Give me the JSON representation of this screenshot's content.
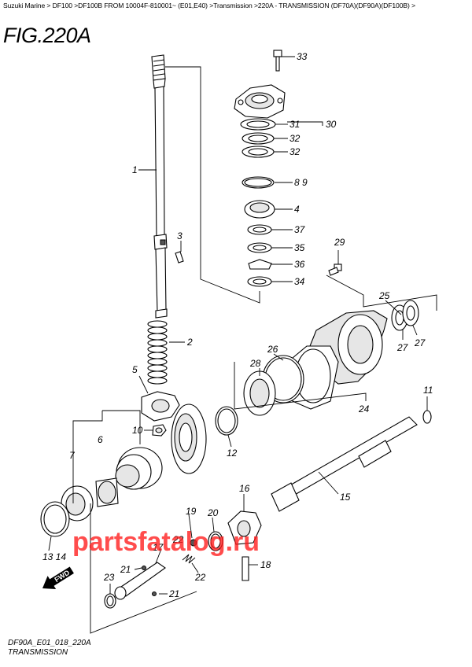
{
  "breadcrumb": "Suzuki Marine > DF100 >DF100B FROM 10004F-810001~ (E01,E40) >Transmission >220A - TRANSMISSION (DF70A)(DF90A)(DF100B) >",
  "figure_title": "FIG.220A",
  "footer": {
    "code": "DF90A_E01_018_220A",
    "caption": "TRANSMISSION"
  },
  "watermark": "partsfatalog.ru",
  "fwd_label": "FWD",
  "callouts": [
    "1",
    "2",
    "3",
    "4",
    "5",
    "6",
    "7",
    "8 9",
    "10",
    "11",
    "12",
    "13 14",
    "15",
    "16",
    "17",
    "18",
    "19",
    "20",
    "21",
    "22",
    "23",
    "24",
    "25",
    "26",
    "27",
    "28",
    "29",
    "30",
    "31",
    "32",
    "33",
    "34",
    "35",
    "36",
    "37"
  ],
  "colors": {
    "watermark": "#ff1a1a",
    "line": "#000000"
  },
  "icons": [
    "fwd-arrow-icon"
  ]
}
